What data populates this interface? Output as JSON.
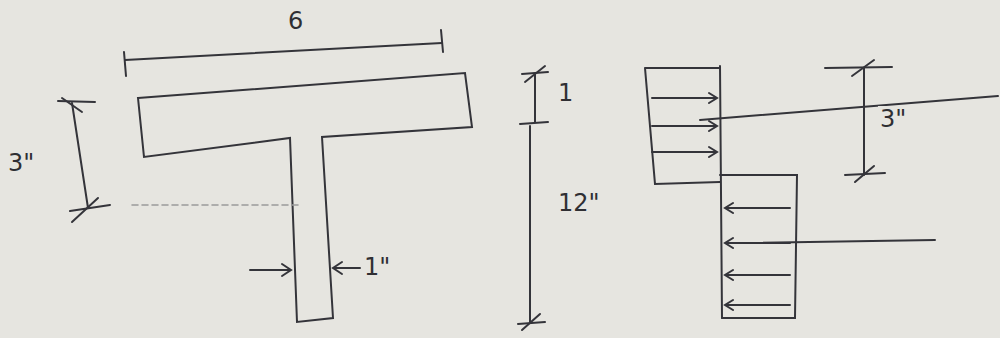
{
  "diagram": {
    "labels": [
      "6",
      "3\"",
      "1",
      "12\"",
      "1\"",
      "3\""
    ]
  }
}
